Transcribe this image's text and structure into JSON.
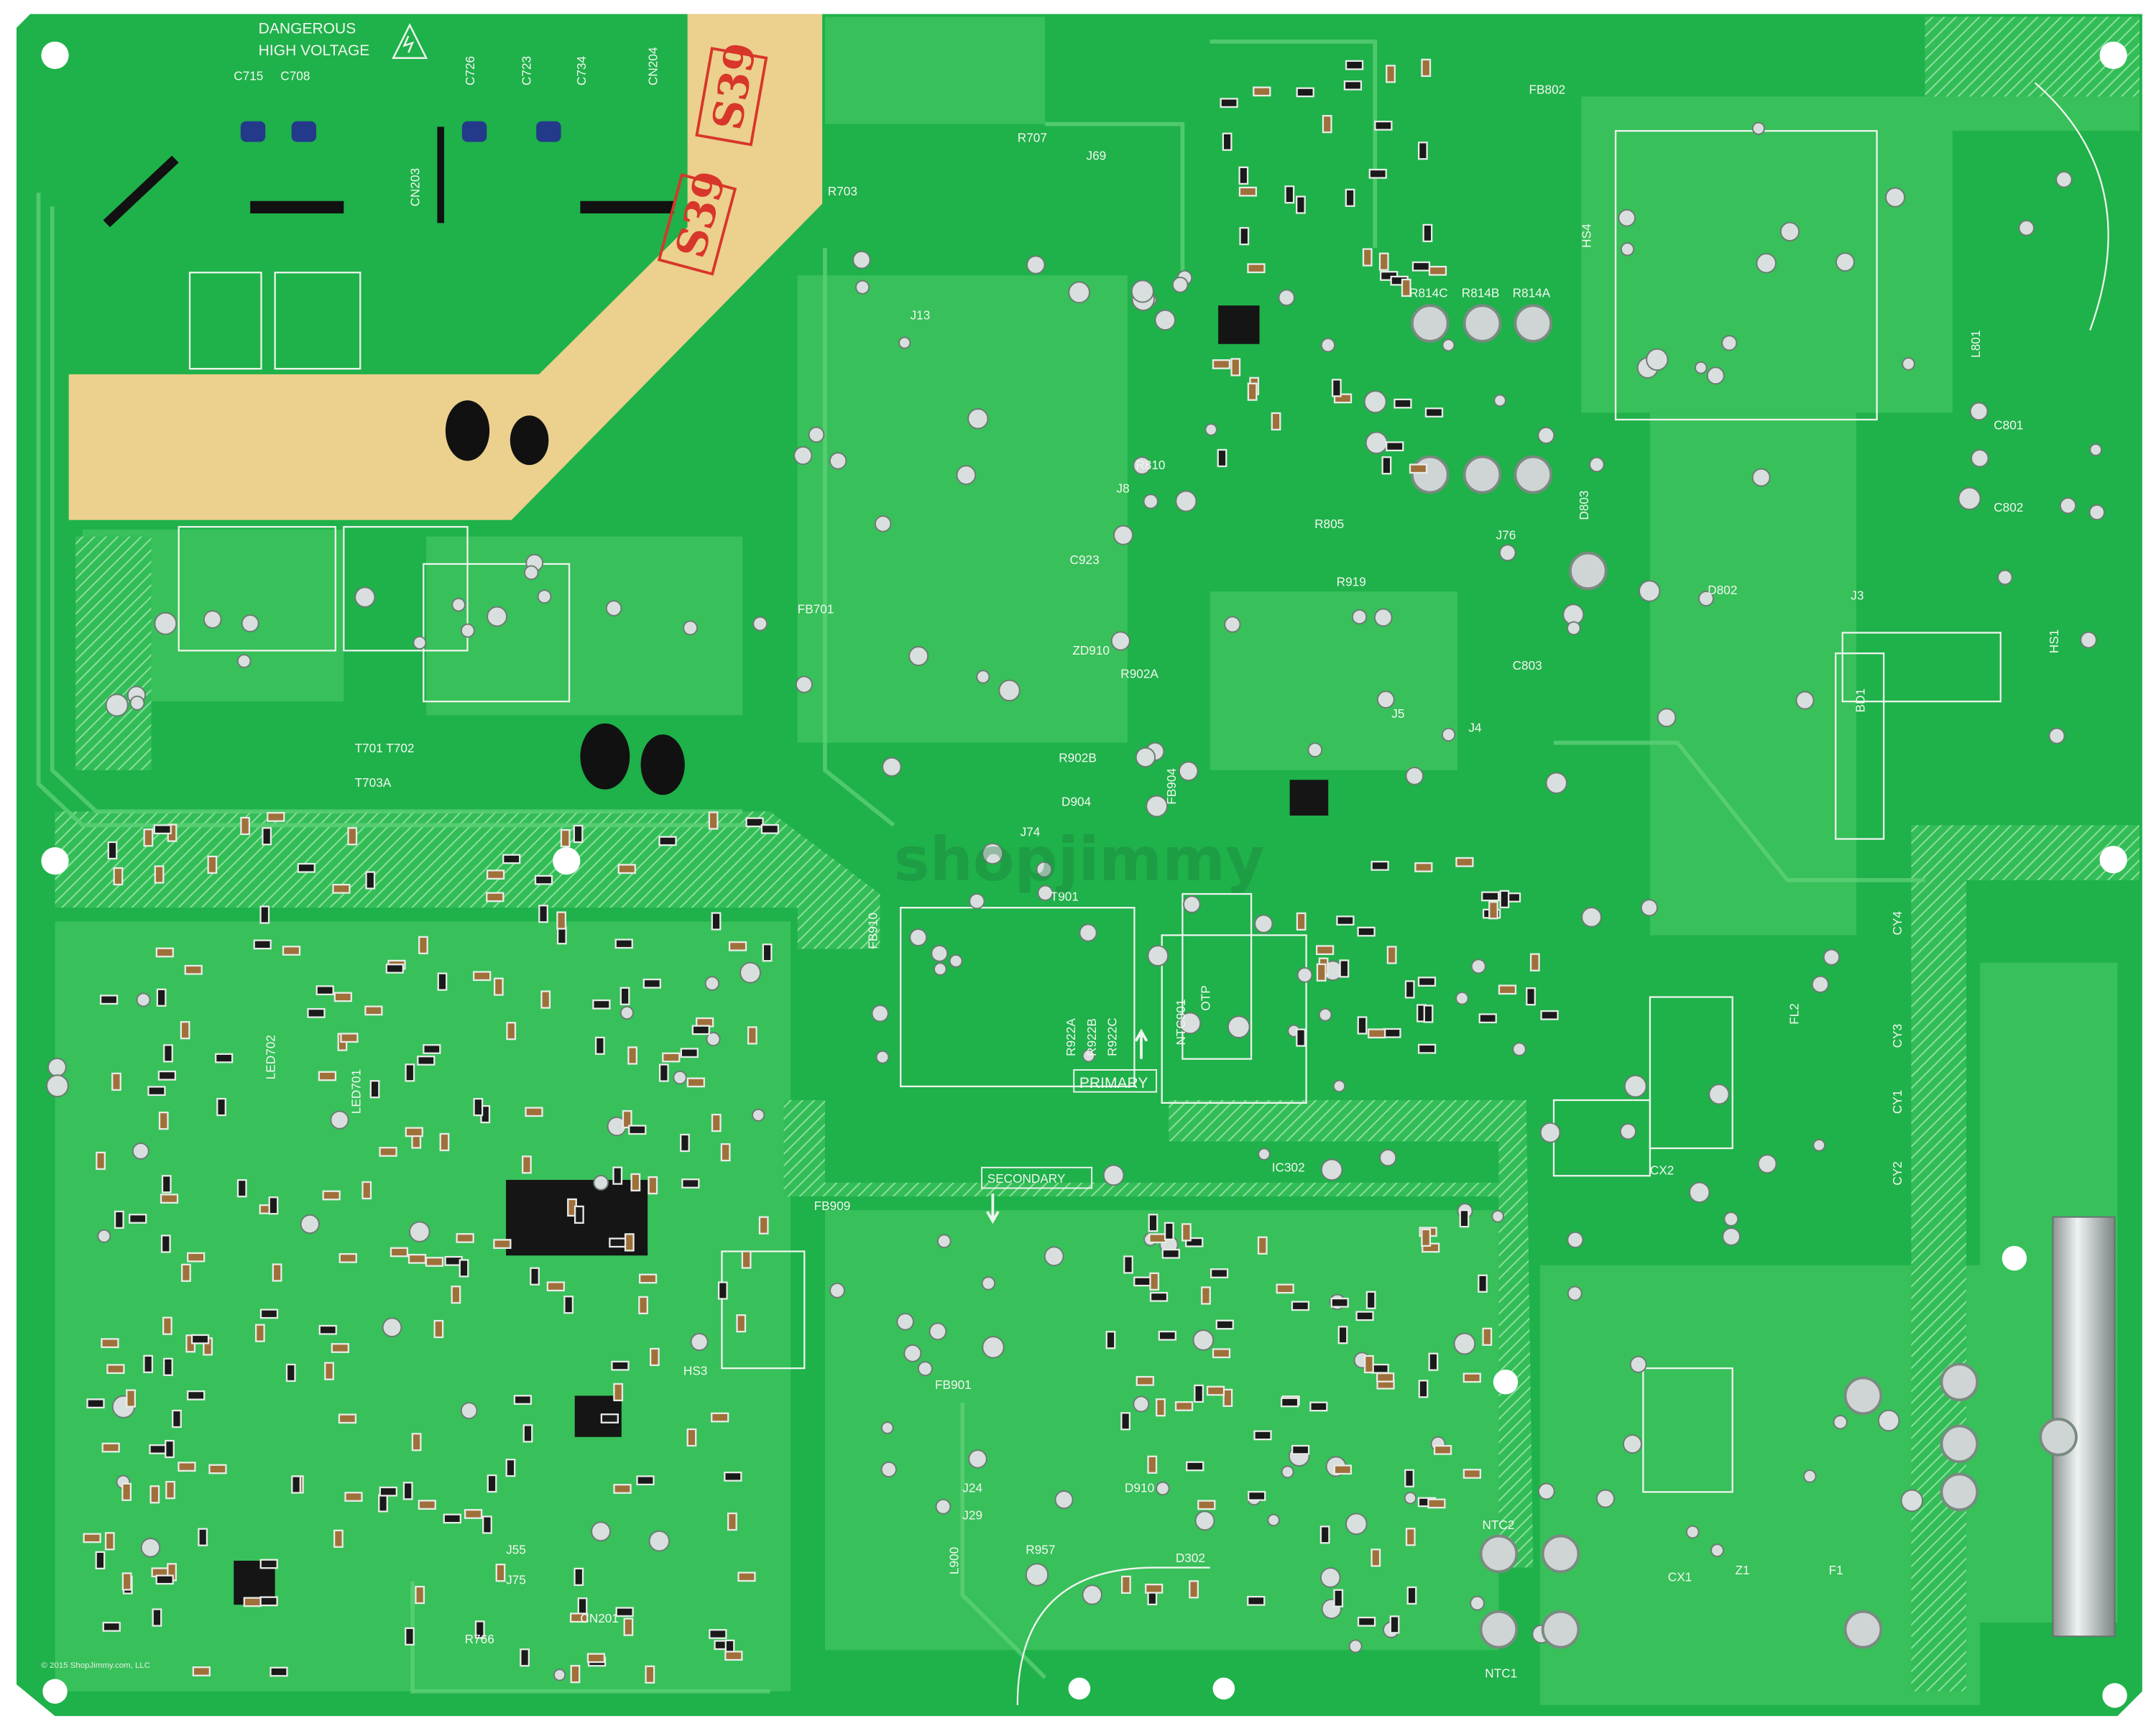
{
  "board": {
    "colors": {
      "board": "#1fb14a",
      "copper": "#3cc35c",
      "silkscreen": "#f2f7f0",
      "insulator": "#ecd08e",
      "stamp": "#d8362a",
      "pad": "#d9dede"
    },
    "warning": {
      "line1": "DANGEROUS",
      "line2": "HIGH VOLTAGE",
      "icon": "high-voltage-icon"
    },
    "primary_label": "PRIMARY",
    "secondary_label": "SECONDARY",
    "stamps": [
      "S39",
      "S39"
    ],
    "watermark": "shopjimmy",
    "copyright": "© 2015 ShopJimmy.com, LLC",
    "labels": {
      "c715": "C715",
      "c708": "C708",
      "c726": "C726",
      "c723": "C723",
      "c734": "C734",
      "cn203": "CN203",
      "cn204": "CN204",
      "cn201": "CN201",
      "t901": "T901",
      "j74": "J74",
      "fb910": "FB910",
      "ntc901": "NTC901",
      "otp": "OTP",
      "r922a": "R922A",
      "r922b": "R922B",
      "r922c": "R922C",
      "ntc1": "NTC1",
      "ntc2": "NTC2",
      "t701": "T701 T702",
      "t703a": "T703A",
      "fb701": "FB701",
      "fb802": "FB802",
      "fb909": "FB909",
      "fb901": "FB901",
      "d802": "D802",
      "d803": "D803",
      "hs1": "HS1",
      "hs3": "HS3",
      "hs4": "HS4",
      "f1": "F1",
      "cx1": "CX1",
      "cx2": "CX2",
      "l801": "L801",
      "z1": "Z1",
      "j3": "J3",
      "j4": "J4",
      "j5": "J5",
      "j8": "J8",
      "j13": "J13",
      "j69": "J69",
      "j76": "J76",
      "led702": "LED702",
      "led701": "LED701",
      "ic302": "IC302",
      "bd1": "BD1",
      "r805": "R805",
      "r919": "R919",
      "r810": "R810",
      "r703": "R703",
      "r707": "R707",
      "c801": "C801",
      "c802": "C802",
      "fl2": "FL2",
      "cy1": "CY1",
      "cy2": "CY2",
      "cy3": "CY3",
      "cy4": "CY4",
      "r814a": "R814A",
      "r814b": "R814B",
      "r814c": "R814C",
      "d302": "D302",
      "d910": "D910",
      "c923": "C923",
      "c803": "C803",
      "zd910": "ZD910",
      "r902a": "R902A",
      "r902b": "R902B",
      "d904": "D904",
      "fb904": "FB904",
      "j75": "J75",
      "j55": "J55",
      "r766": "R766",
      "r957": "R957",
      "j24": "J24",
      "j29": "J29",
      "l900": "L900"
    }
  }
}
